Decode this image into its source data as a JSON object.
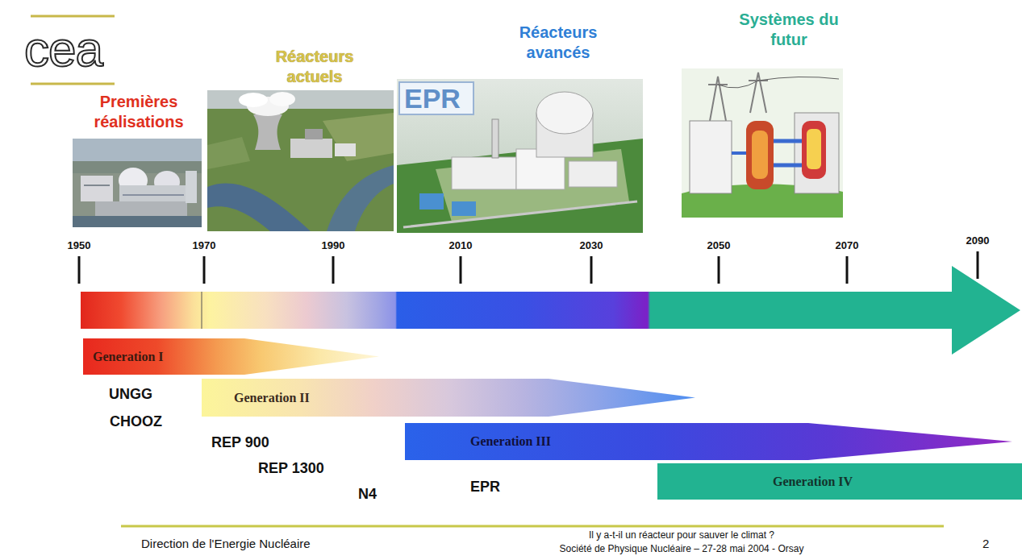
{
  "diagram": {
    "nodes": [
      {
        "text": [
          "Generation I"
        ]
      },
      {
        "text": [
          "Generation II"
        ]
      },
      {
        "text": [
          "Generation III"
        ]
      },
      {
        "text": [
          "Generation IV"
        ]
      }
    ],
    "labels": [
      "cea",
      "Premières réalisations",
      "Réacteurs actuels",
      "Réacteurs avancés",
      "Systèmes du futur",
      "EPR",
      "1950",
      "1970",
      "1990",
      "2010",
      "2030",
      "2050",
      "2070",
      "2090",
      "UNGG",
      "CHOOZ",
      "REP 900",
      "REP 1300",
      "N4",
      "EPR",
      "Direction de l'Energie Nucléaire",
      "Il y a-t-il un réacteur pour sauver le climat ?",
      "Société de Physique Nucléaire – 27-28 mai 2004 - Orsay",
      "2"
    ]
  }
}
